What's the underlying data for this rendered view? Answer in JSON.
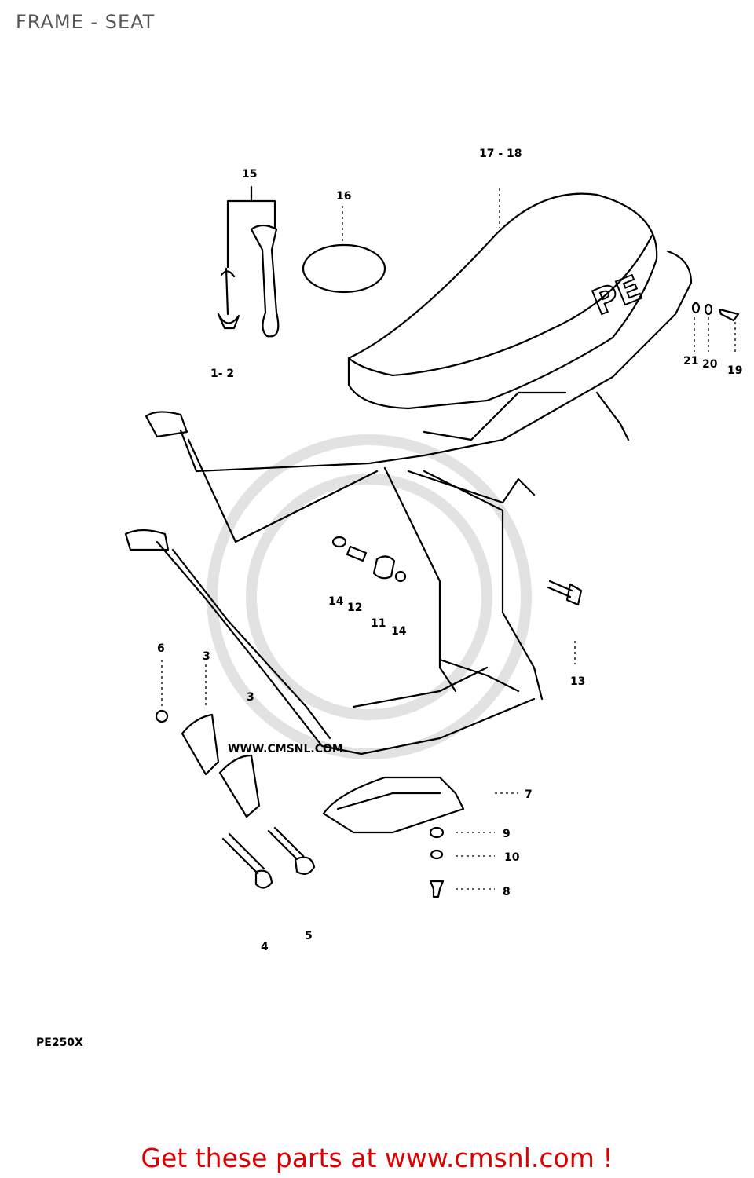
{
  "title": "FRAME - SEAT",
  "model_code": "PE250X",
  "cta_text": "Get these parts at www.cmsnl.com !",
  "watermark": "WWW.CMSNL.COM",
  "seat_logo": "PE",
  "callouts": {
    "c1_2": "1- 2",
    "c3a": "3",
    "c3b": "3",
    "c4": "4",
    "c5": "5",
    "c6": "6",
    "c7": "7",
    "c8": "8",
    "c9": "9",
    "c10": "10",
    "c11": "11",
    "c12": "12",
    "c13": "13",
    "c14a": "14",
    "c14b": "14",
    "c15": "15",
    "c16": "16",
    "c17_18": "17 - 18",
    "c19": "19",
    "c20": "20",
    "c21": "21"
  },
  "colors": {
    "cta": "#dd0000",
    "title": "#555555",
    "line": "#000000",
    "watermark": "#e2e2e2"
  }
}
